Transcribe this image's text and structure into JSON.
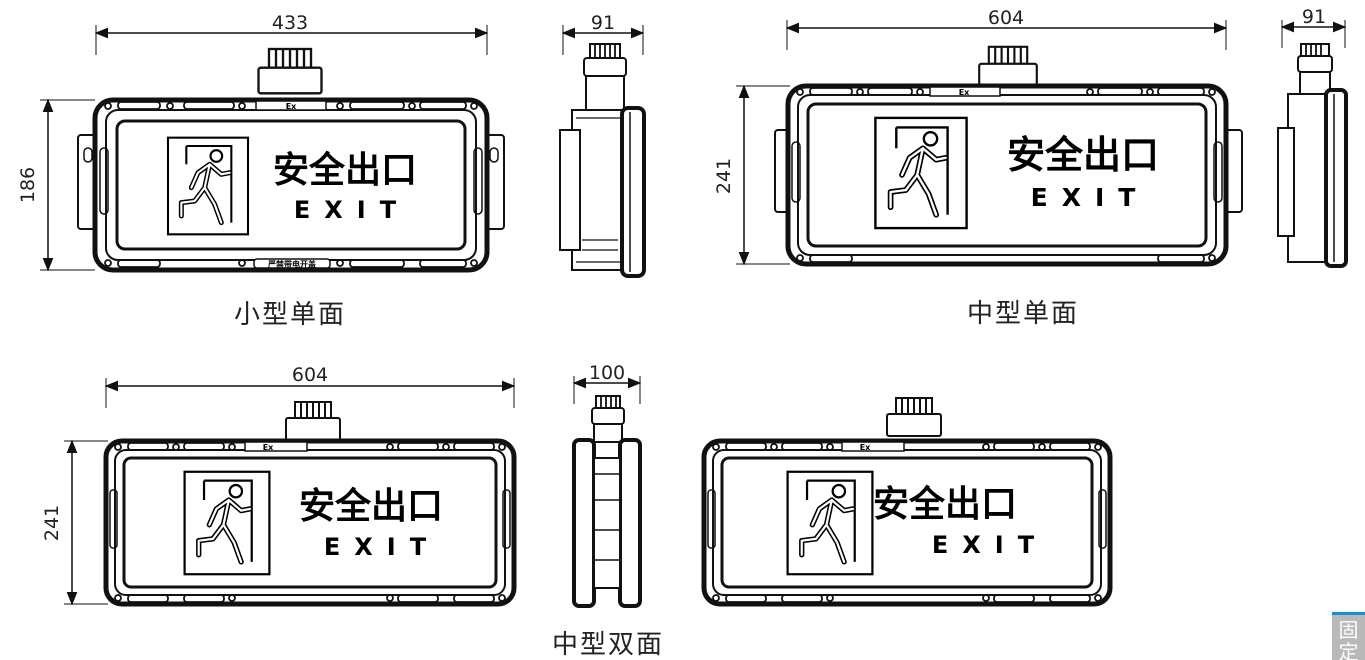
{
  "dimensions": {
    "small_single_width": "433",
    "small_single_side": "91",
    "small_single_height": "186",
    "medium_single_width": "604",
    "medium_single_side": "91",
    "medium_single_height": "241",
    "medium_double_width": "604",
    "medium_double_side": "100",
    "medium_double_height": "241"
  },
  "captions": {
    "small_single": "小型单面",
    "medium_single": "中型单面",
    "medium_double": "中型双面"
  },
  "sign": {
    "cn": "安全出口",
    "en": "EXIT",
    "ex_mark": "Ex",
    "warning": "严禁带电开盖"
  },
  "side_tab": "固定"
}
